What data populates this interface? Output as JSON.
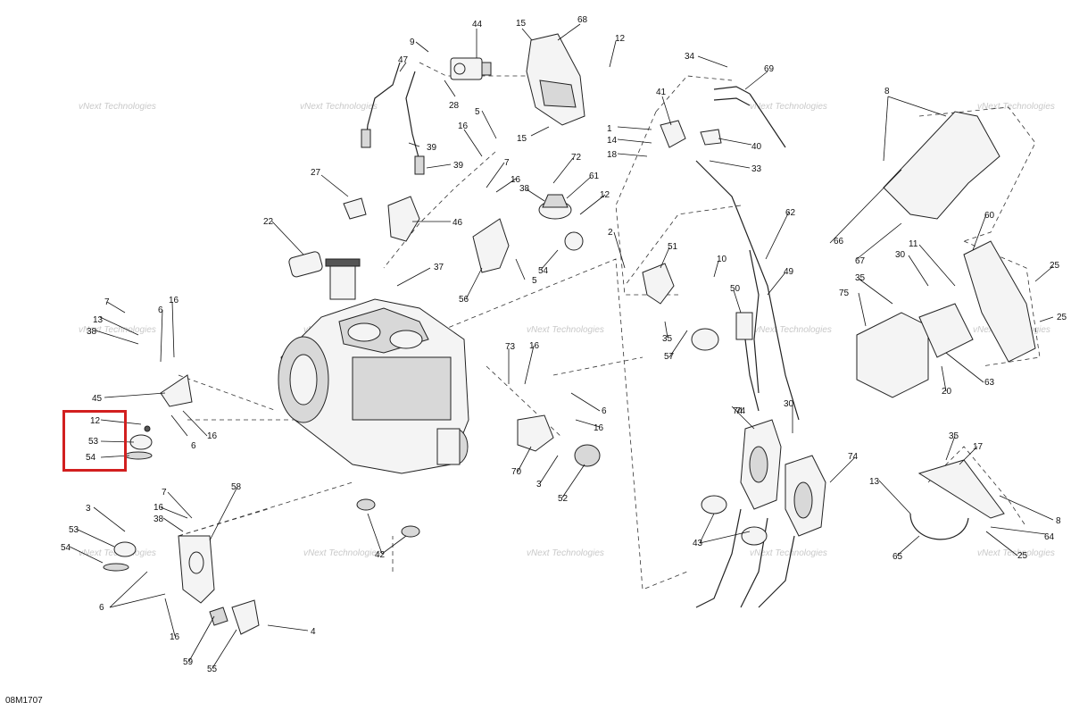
{
  "figure": {
    "reference_code": "08M1707",
    "watermark_text": "vNext Technologies",
    "highlight_color": "#d21f1f",
    "highlighted_callouts": [
      "12",
      "53",
      "54"
    ]
  },
  "callouts": [
    {
      "id": "c1",
      "label": "44"
    },
    {
      "id": "c2",
      "label": "15"
    },
    {
      "id": "c3",
      "label": "68"
    },
    {
      "id": "c4",
      "label": "9"
    },
    {
      "id": "c5",
      "label": "12"
    },
    {
      "id": "c6",
      "label": "47"
    },
    {
      "id": "c7",
      "label": "28"
    },
    {
      "id": "c8",
      "label": "34"
    },
    {
      "id": "c9",
      "label": "69"
    },
    {
      "id": "c10",
      "label": "8"
    },
    {
      "id": "c11",
      "label": "41"
    },
    {
      "id": "c12",
      "label": "5"
    },
    {
      "id": "c13",
      "label": "16"
    },
    {
      "id": "c14",
      "label": "39"
    },
    {
      "id": "c15",
      "label": "15"
    },
    {
      "id": "c16",
      "label": "1"
    },
    {
      "id": "c17",
      "label": "14"
    },
    {
      "id": "c18",
      "label": "18"
    },
    {
      "id": "c19",
      "label": "40"
    },
    {
      "id": "c20",
      "label": "39"
    },
    {
      "id": "c21",
      "label": "33"
    },
    {
      "id": "c22",
      "label": "27"
    },
    {
      "id": "c23",
      "label": "7"
    },
    {
      "id": "c24",
      "label": "72"
    },
    {
      "id": "c25",
      "label": "16"
    },
    {
      "id": "c26",
      "label": "38"
    },
    {
      "id": "c27",
      "label": "61"
    },
    {
      "id": "c28",
      "label": "12"
    },
    {
      "id": "c29",
      "label": "66"
    },
    {
      "id": "c30",
      "label": "22"
    },
    {
      "id": "c31",
      "label": "46"
    },
    {
      "id": "c32",
      "label": "62"
    },
    {
      "id": "c33",
      "label": "2"
    },
    {
      "id": "c34",
      "label": "60"
    },
    {
      "id": "c35",
      "label": "51"
    },
    {
      "id": "c36",
      "label": "67"
    },
    {
      "id": "c37",
      "label": "11"
    },
    {
      "id": "c38",
      "label": "30"
    },
    {
      "id": "c39",
      "label": "10"
    },
    {
      "id": "c40",
      "label": "37"
    },
    {
      "id": "c41",
      "label": "54"
    },
    {
      "id": "c42",
      "label": "5"
    },
    {
      "id": "c43",
      "label": "49"
    },
    {
      "id": "c44",
      "label": "25"
    },
    {
      "id": "c45",
      "label": "35"
    },
    {
      "id": "c46",
      "label": "56"
    },
    {
      "id": "c47",
      "label": "50"
    },
    {
      "id": "c48",
      "label": "75"
    },
    {
      "id": "c49",
      "label": "7"
    },
    {
      "id": "c50",
      "label": "16"
    },
    {
      "id": "c51",
      "label": "13"
    },
    {
      "id": "c52",
      "label": "38"
    },
    {
      "id": "c53",
      "label": "6"
    },
    {
      "id": "c54",
      "label": "74"
    },
    {
      "id": "c55",
      "label": "25"
    },
    {
      "id": "c56",
      "label": "35"
    },
    {
      "id": "c57",
      "label": "73"
    },
    {
      "id": "c58",
      "label": "16"
    },
    {
      "id": "c59",
      "label": "57"
    },
    {
      "id": "c60",
      "label": "63"
    },
    {
      "id": "c61",
      "label": "20"
    },
    {
      "id": "c62",
      "label": "45"
    },
    {
      "id": "c63",
      "label": "6"
    },
    {
      "id": "c64",
      "label": "12"
    },
    {
      "id": "c65",
      "label": "16"
    },
    {
      "id": "c66",
      "label": "53"
    },
    {
      "id": "c67",
      "label": "6"
    },
    {
      "id": "c68",
      "label": "54"
    },
    {
      "id": "c69",
      "label": "16"
    },
    {
      "id": "c70",
      "label": "74"
    },
    {
      "id": "c71",
      "label": "30"
    },
    {
      "id": "c72",
      "label": "35"
    },
    {
      "id": "c73",
      "label": "17"
    },
    {
      "id": "c74",
      "label": "74"
    },
    {
      "id": "c75",
      "label": "13"
    },
    {
      "id": "c76",
      "label": "70"
    },
    {
      "id": "c77",
      "label": "3"
    },
    {
      "id": "c78",
      "label": "52"
    },
    {
      "id": "c79",
      "label": "8"
    },
    {
      "id": "c80",
      "label": "7"
    },
    {
      "id": "c81",
      "label": "58"
    },
    {
      "id": "c82",
      "label": "16"
    },
    {
      "id": "c83",
      "label": "38"
    },
    {
      "id": "c84",
      "label": "3"
    },
    {
      "id": "c85",
      "label": "53"
    },
    {
      "id": "c86",
      "label": "54"
    },
    {
      "id": "c87",
      "label": "42"
    },
    {
      "id": "c88",
      "label": "43"
    },
    {
      "id": "c89",
      "label": "64"
    },
    {
      "id": "c90",
      "label": "65"
    },
    {
      "id": "c91",
      "label": "25"
    },
    {
      "id": "c92",
      "label": "6"
    },
    {
      "id": "c93",
      "label": "4"
    },
    {
      "id": "c94",
      "label": "16"
    },
    {
      "id": "c95",
      "label": "59"
    },
    {
      "id": "c96",
      "label": "55"
    }
  ]
}
